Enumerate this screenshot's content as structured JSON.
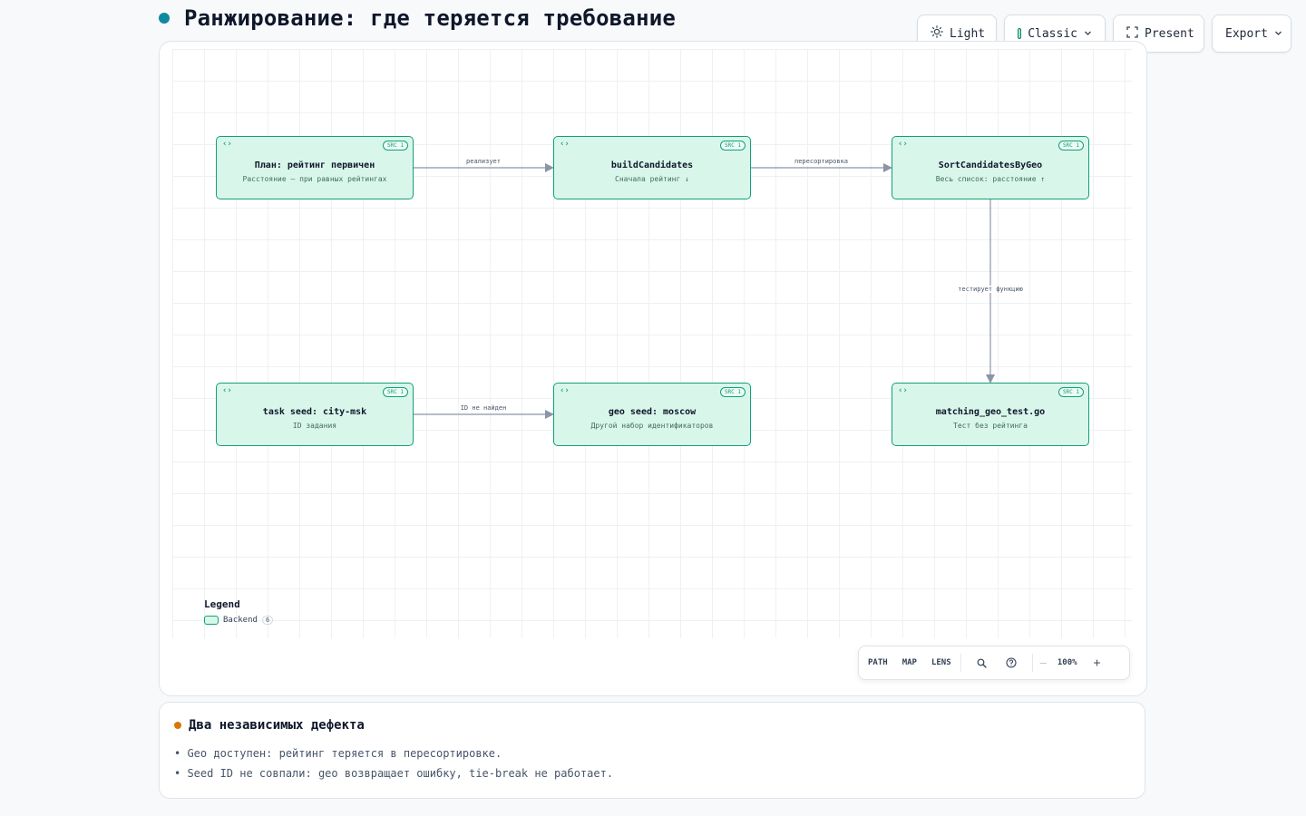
{
  "page": {
    "title": "Ранжирование: где теряется требование"
  },
  "toolbar": {
    "theme_label": "Light",
    "style_label": "Classic",
    "present_label": "Present",
    "export_label": "Export"
  },
  "diagram": {
    "nodes": [
      {
        "id": "plan",
        "icon": "‹›",
        "badge": "SRC 1",
        "title": "План: рейтинг первичен",
        "subtitle": "Расстояние — при равных рейтингах"
      },
      {
        "id": "build",
        "icon": "‹›",
        "badge": "SRC 1",
        "title": "buildCandidates",
        "subtitle": "Сначала рейтинг ↓"
      },
      {
        "id": "sort",
        "icon": "‹›",
        "badge": "SRC 1",
        "title": "SortCandidatesByGeo",
        "subtitle": "Весь список: расстояние ↑"
      },
      {
        "id": "task",
        "icon": "‹›",
        "badge": "SRC 1",
        "title": "task seed: city-msk",
        "subtitle": "ID задания"
      },
      {
        "id": "geo",
        "icon": "‹›",
        "badge": "SRC 1",
        "title": "geo seed: moscow",
        "subtitle": "Другой набор идентификаторов"
      },
      {
        "id": "test",
        "icon": "‹›",
        "badge": "SRC 1",
        "title": "matching_geo_test.go",
        "subtitle": "Тест без рейтинга"
      }
    ],
    "edges": [
      {
        "from": "plan",
        "to": "build",
        "label": "реализует"
      },
      {
        "from": "build",
        "to": "sort",
        "label": "пересортировка"
      },
      {
        "from": "sort",
        "to": "test",
        "label": "тестирует функцию"
      },
      {
        "from": "task",
        "to": "geo",
        "label": "ID не найден"
      }
    ],
    "colors": {
      "node_fill": "#d9f6ea",
      "node_border": "#12a07a",
      "edge": "#8b95a7"
    }
  },
  "legend": {
    "title": "Legend",
    "items": [
      {
        "label": "Backend",
        "count": "6"
      }
    ]
  },
  "viewbar": {
    "path_label": "PATH",
    "map_label": "MAP",
    "lens_label": "LENS",
    "zoom": "100%",
    "icons": [
      "search-icon",
      "help-icon",
      "minus-icon",
      "plus-icon"
    ]
  },
  "notes": {
    "title": "Два независимых дефекта",
    "items": [
      "• Geo доступен: рейтинг теряется в пересортировке.",
      "• Seed ID не совпали: geo возвращает ошибку, tie-break не работает."
    ],
    "accent_color": "#d97706"
  }
}
